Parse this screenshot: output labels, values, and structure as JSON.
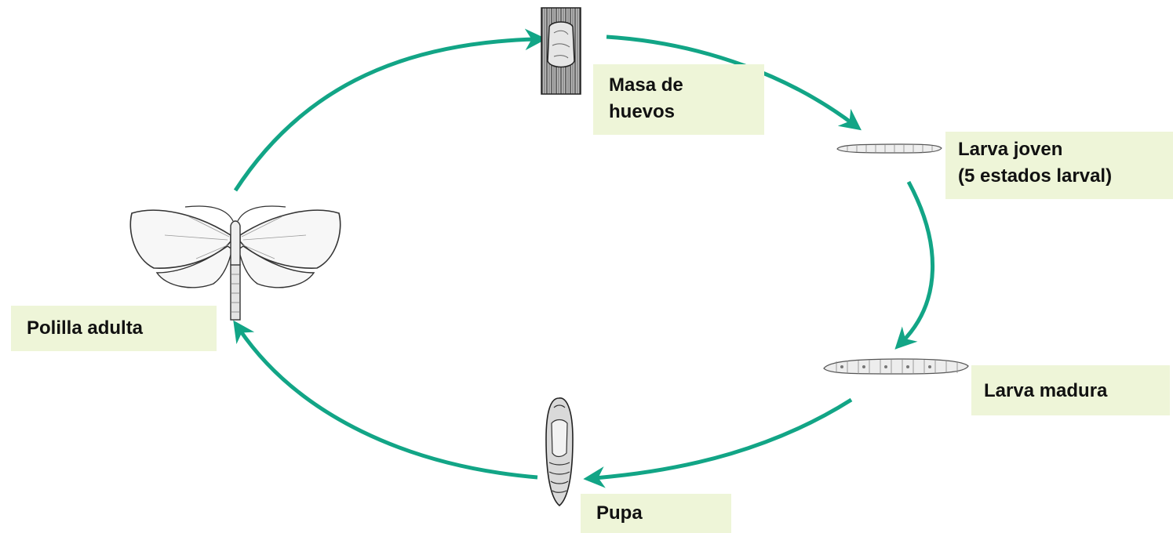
{
  "colors": {
    "arrow": "#12a586",
    "label_background": "#eef5d8",
    "illustration_ink": "#333333"
  },
  "stages": {
    "eggs": {
      "lines": [
        "Masa de",
        "huevos"
      ]
    },
    "young": {
      "lines": [
        "Larva joven",
        "(5 estados larval)"
      ]
    },
    "mature": {
      "lines": [
        "Larva madura"
      ]
    },
    "pupa": {
      "lines": [
        "Pupa"
      ]
    },
    "adult": {
      "lines": [
        "Polilla adulta"
      ]
    }
  }
}
